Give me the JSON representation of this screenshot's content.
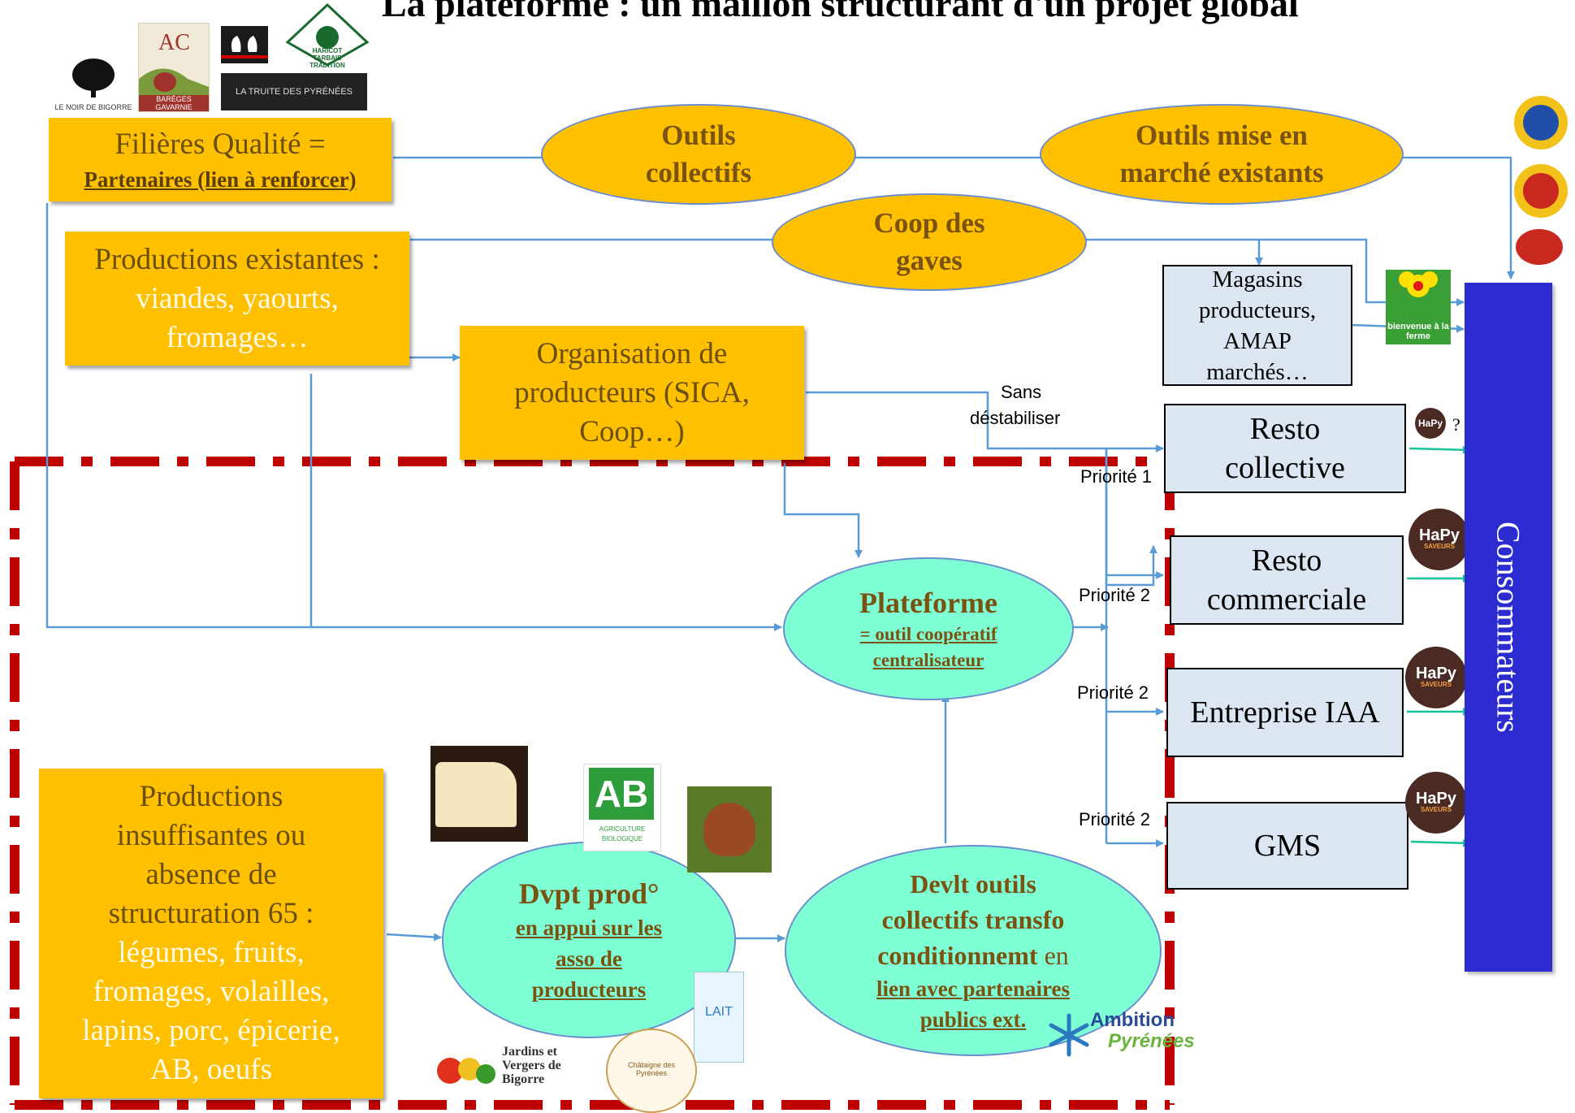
{
  "title": "La plateforme : un maillon structurant d'un projet global",
  "boxes": {
    "filieres": {
      "line1": "Filières Qualité =",
      "line2": "Partenaires (lien à renforcer)"
    },
    "productions_existantes": {
      "lines": [
        "Productions existantes :",
        "viandes, yaourts,",
        "fromages…"
      ]
    },
    "organisation": {
      "lines": [
        "Organisation de",
        "producteurs (SICA,",
        "Coop…)"
      ]
    },
    "productions_insuffisantes": {
      "lines": [
        "Productions",
        "insuffisantes ou",
        "absence de",
        "structuration 65 :",
        "légumes, fruits,",
        "fromages, volailles,",
        "lapins, porc, épicerie,",
        "AB, oeufs"
      ]
    }
  },
  "ellipses": {
    "outils_collectifs": {
      "lines": [
        "Outils",
        "collectifs"
      ]
    },
    "outils_marche": {
      "lines": [
        "Outils mise en",
        "marché existants"
      ]
    },
    "coop_gaves": {
      "lines": [
        "Coop des",
        "gaves"
      ]
    },
    "plateforme": {
      "title": "Plateforme",
      "sub": [
        "= outil coopératif",
        "centralisateur"
      ]
    },
    "dvpt_prod": {
      "title": "Dvpt prod°",
      "sub": [
        "en appui sur les",
        "asso de",
        "producteurs"
      ]
    },
    "devlt_outils": {
      "lines": [
        "Devlt outils",
        "collectifs transfo"
      ],
      "line3_bold": "conditionnemt",
      "line3_rest": " en",
      "sub": [
        "lien avec partenaires",
        "publics ext."
      ]
    }
  },
  "channels": {
    "magasins": [
      "Magasins",
      "producteurs,",
      "AMAP",
      "marchés…"
    ],
    "resto_collective": [
      "Resto",
      "collective"
    ],
    "resto_commerciale": [
      "Resto",
      "commerciale"
    ],
    "entreprise_iaa": [
      "Entreprise IAA"
    ],
    "gms": [
      "GMS"
    ]
  },
  "labels": {
    "sans_destabiliser": [
      "Sans",
      "déstabiliser"
    ],
    "priorite_1": "Priorité 1",
    "priorite_2": "Priorité 2",
    "question": "?"
  },
  "consommateurs": "Consommateurs",
  "logos": {
    "noir_bigorre": "LE NOIR DE BIGORRE",
    "ac": "AC",
    "bareges": "BARÈGES GAVARNIE",
    "haricot": "HARICOT TARBAIS TRADITION",
    "truite": "LA TRUITE DES PYRÉNÉES",
    "ab_letters": "AB",
    "ab_text": "AGRICULTURE BIOLOGIQUE",
    "lait": "LAIT",
    "jardins": "Jardins et Vergers de Bigorre",
    "chataigne": "Châtaigne des Pyrénées",
    "ambition_1": "Ambition",
    "ambition_2": "Pyrénées",
    "bienvenue": "bienvenue à la ferme",
    "hapy": "HaPy",
    "hapy_sub": "SAVEURS"
  },
  "colors": {
    "gold_box": "#ffc000",
    "teal": "#7fffd4",
    "channel": "#dce6f2",
    "consumer": "#2b2bd0",
    "arrow": "#5b9bd5",
    "green_arrow": "#19c39a",
    "dash": "#c00000"
  }
}
